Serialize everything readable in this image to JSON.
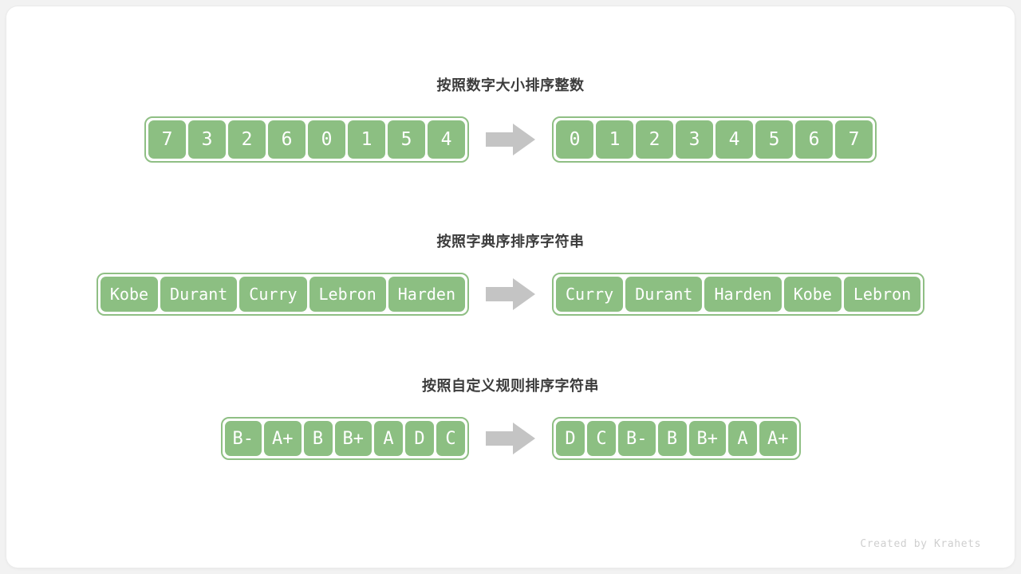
{
  "colors": {
    "cell_fill": "#8cbf82",
    "cell_border": "#8fbf84",
    "arrow": "#c4c4c4",
    "title_text": "#3c3c3c",
    "footer_text": "#cfcfcf",
    "card_bg": "#ffffff",
    "page_bg": "#f2f2f2"
  },
  "footer": {
    "credit": "Created by Krahets"
  },
  "sections": [
    {
      "title": "按照数字大小排序整数",
      "input": [
        "7",
        "3",
        "2",
        "6",
        "0",
        "1",
        "5",
        "4"
      ],
      "output": [
        "0",
        "1",
        "2",
        "3",
        "4",
        "5",
        "6",
        "7"
      ],
      "arrow_icon": "right-arrow-icon"
    },
    {
      "title": "按照字典序排序字符串",
      "input": [
        "Kobe",
        "Durant",
        "Curry",
        "Lebron",
        "Harden"
      ],
      "output": [
        "Curry",
        "Durant",
        "Harden",
        "Kobe",
        "Lebron"
      ],
      "arrow_icon": "right-arrow-icon"
    },
    {
      "title": "按照自定义规则排序字符串",
      "input": [
        "B-",
        "A+",
        "B",
        "B+",
        "A",
        "D",
        "C"
      ],
      "output": [
        "D",
        "C",
        "B-",
        "B",
        "B+",
        "A",
        "A+"
      ],
      "arrow_icon": "right-arrow-icon"
    }
  ]
}
